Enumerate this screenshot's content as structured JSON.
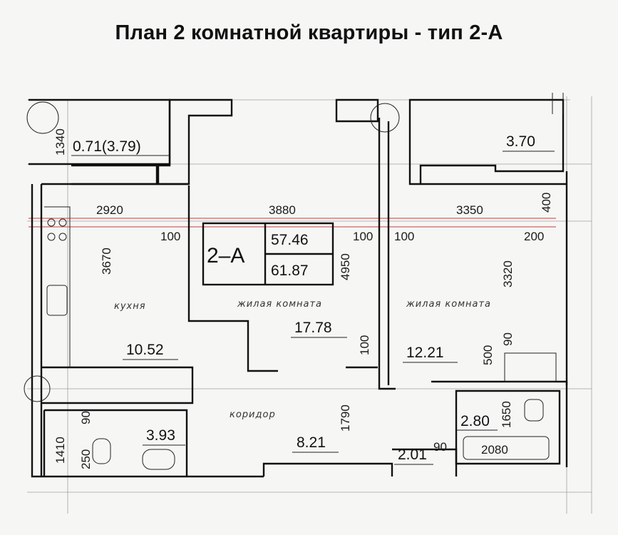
{
  "title": "План 2 комнатной квартиры - тип 2-А",
  "type_box": {
    "label": "2–А",
    "area_living": "57.46",
    "area_total": "61.87"
  },
  "areas": {
    "loggia_left": "0.71(3.79)",
    "loggia_right": "3.70",
    "kitchen": "10.52",
    "living_center": "17.78",
    "living_right": "12.21",
    "bathroom_left": "3.93",
    "corridor": "8.21",
    "wc": "2.01",
    "bathroom_right": "2.80"
  },
  "rooms": {
    "kitchen": "кухня",
    "living_center": "жилая комната",
    "living_right": "жилая комната",
    "corridor": "коридор"
  },
  "dims": {
    "d1340": "1340",
    "d2920": "2920",
    "d3880": "3880",
    "d3350": "3350",
    "d400": "400",
    "d100a": "100",
    "d100b": "100",
    "d100c": "100",
    "d200": "200",
    "d3670": "3670",
    "d4950": "4950",
    "d3320": "3320",
    "d90a": "90",
    "d500": "500",
    "d100d": "100",
    "d1790": "1790",
    "d1650": "1650",
    "d1410": "1410",
    "d90b": "90",
    "d250": "250",
    "d90c": "90",
    "d2080": "2080"
  }
}
